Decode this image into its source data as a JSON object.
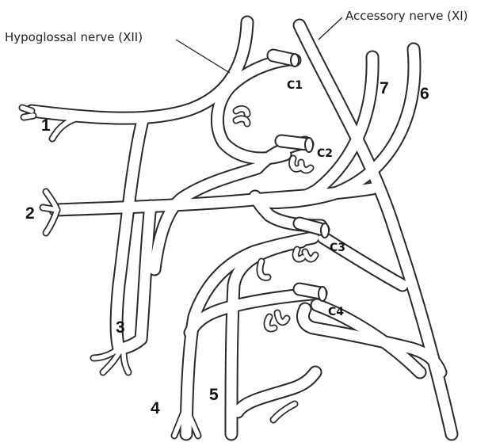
{
  "labels": {
    "hypoglossal": "Hypoglossal nerve (XII)",
    "accessory": "Accessory nerve (XI)"
  },
  "roots": [
    "C1",
    "C2",
    "C3",
    "C4"
  ],
  "branches": [
    "1",
    "2",
    "3",
    "4",
    "5",
    "6",
    "7"
  ]
}
